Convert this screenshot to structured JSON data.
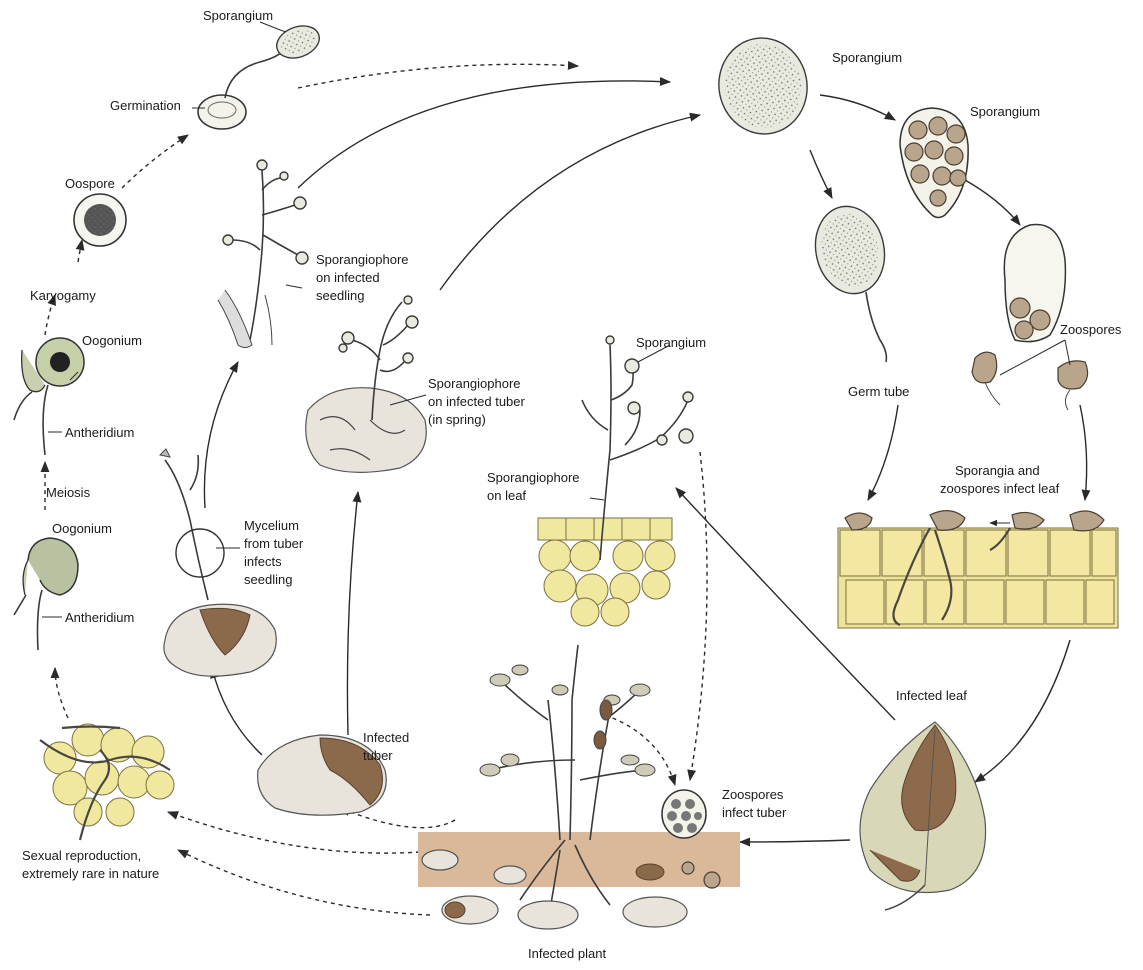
{
  "labels": {
    "sporangium_germination": "Sporangium",
    "germination": "Germination",
    "oospore": "Oospore",
    "karyogamy": "Karyogamy",
    "oogonium_top": "Oogonium",
    "antheridium_top": "Antheridium",
    "meiosis": "Meiosis",
    "oogonium_bottom": "Oogonium",
    "antheridium_bottom": "Antheridium",
    "sexual_reproduction_line1": "Sexual reproduction,",
    "sexual_reproduction_line2": "extremely rare in nature",
    "sporangiophore_seedling_line1": "Sporangiophore",
    "sporangiophore_seedling_line2": "on infected",
    "sporangiophore_seedling_line3": "seedling",
    "mycelium_line1": "Mycelium",
    "mycelium_line2": "from tuber",
    "mycelium_line3": "infects",
    "mycelium_line4": "seedling",
    "infected_tuber_line1": "Infected",
    "infected_tuber_line2": "tuber",
    "sporangiophore_tuber_line1": "Sporangiophore",
    "sporangiophore_tuber_line2": "on infected  tuber",
    "sporangiophore_tuber_line3": "(in spring)",
    "sporangium_leaf": "Sporangium",
    "sporangiophore_leaf_line1": "Sporangiophore",
    "sporangiophore_leaf_line2": "on leaf",
    "sporangium_top_right": "Sporangium",
    "sporangium_zoospores": "Sporangium",
    "germ_tube": "Germ tube",
    "zoospores": "Zoospores",
    "sporangia_infect_line1": "Sporangia and",
    "sporangia_infect_line2": "zoospores infect leaf",
    "infected_leaf": "Infected leaf",
    "zoospores_tuber_line1": "Zoospores",
    "zoospores_tuber_line2": "infect tuber",
    "infected_plant": "Infected plant"
  },
  "colors": {
    "cell_yellow": "#f1e8a0",
    "lesion_brown": "#8a6a4a",
    "soil": "#d9b99a",
    "line": "#2a2a2a"
  }
}
